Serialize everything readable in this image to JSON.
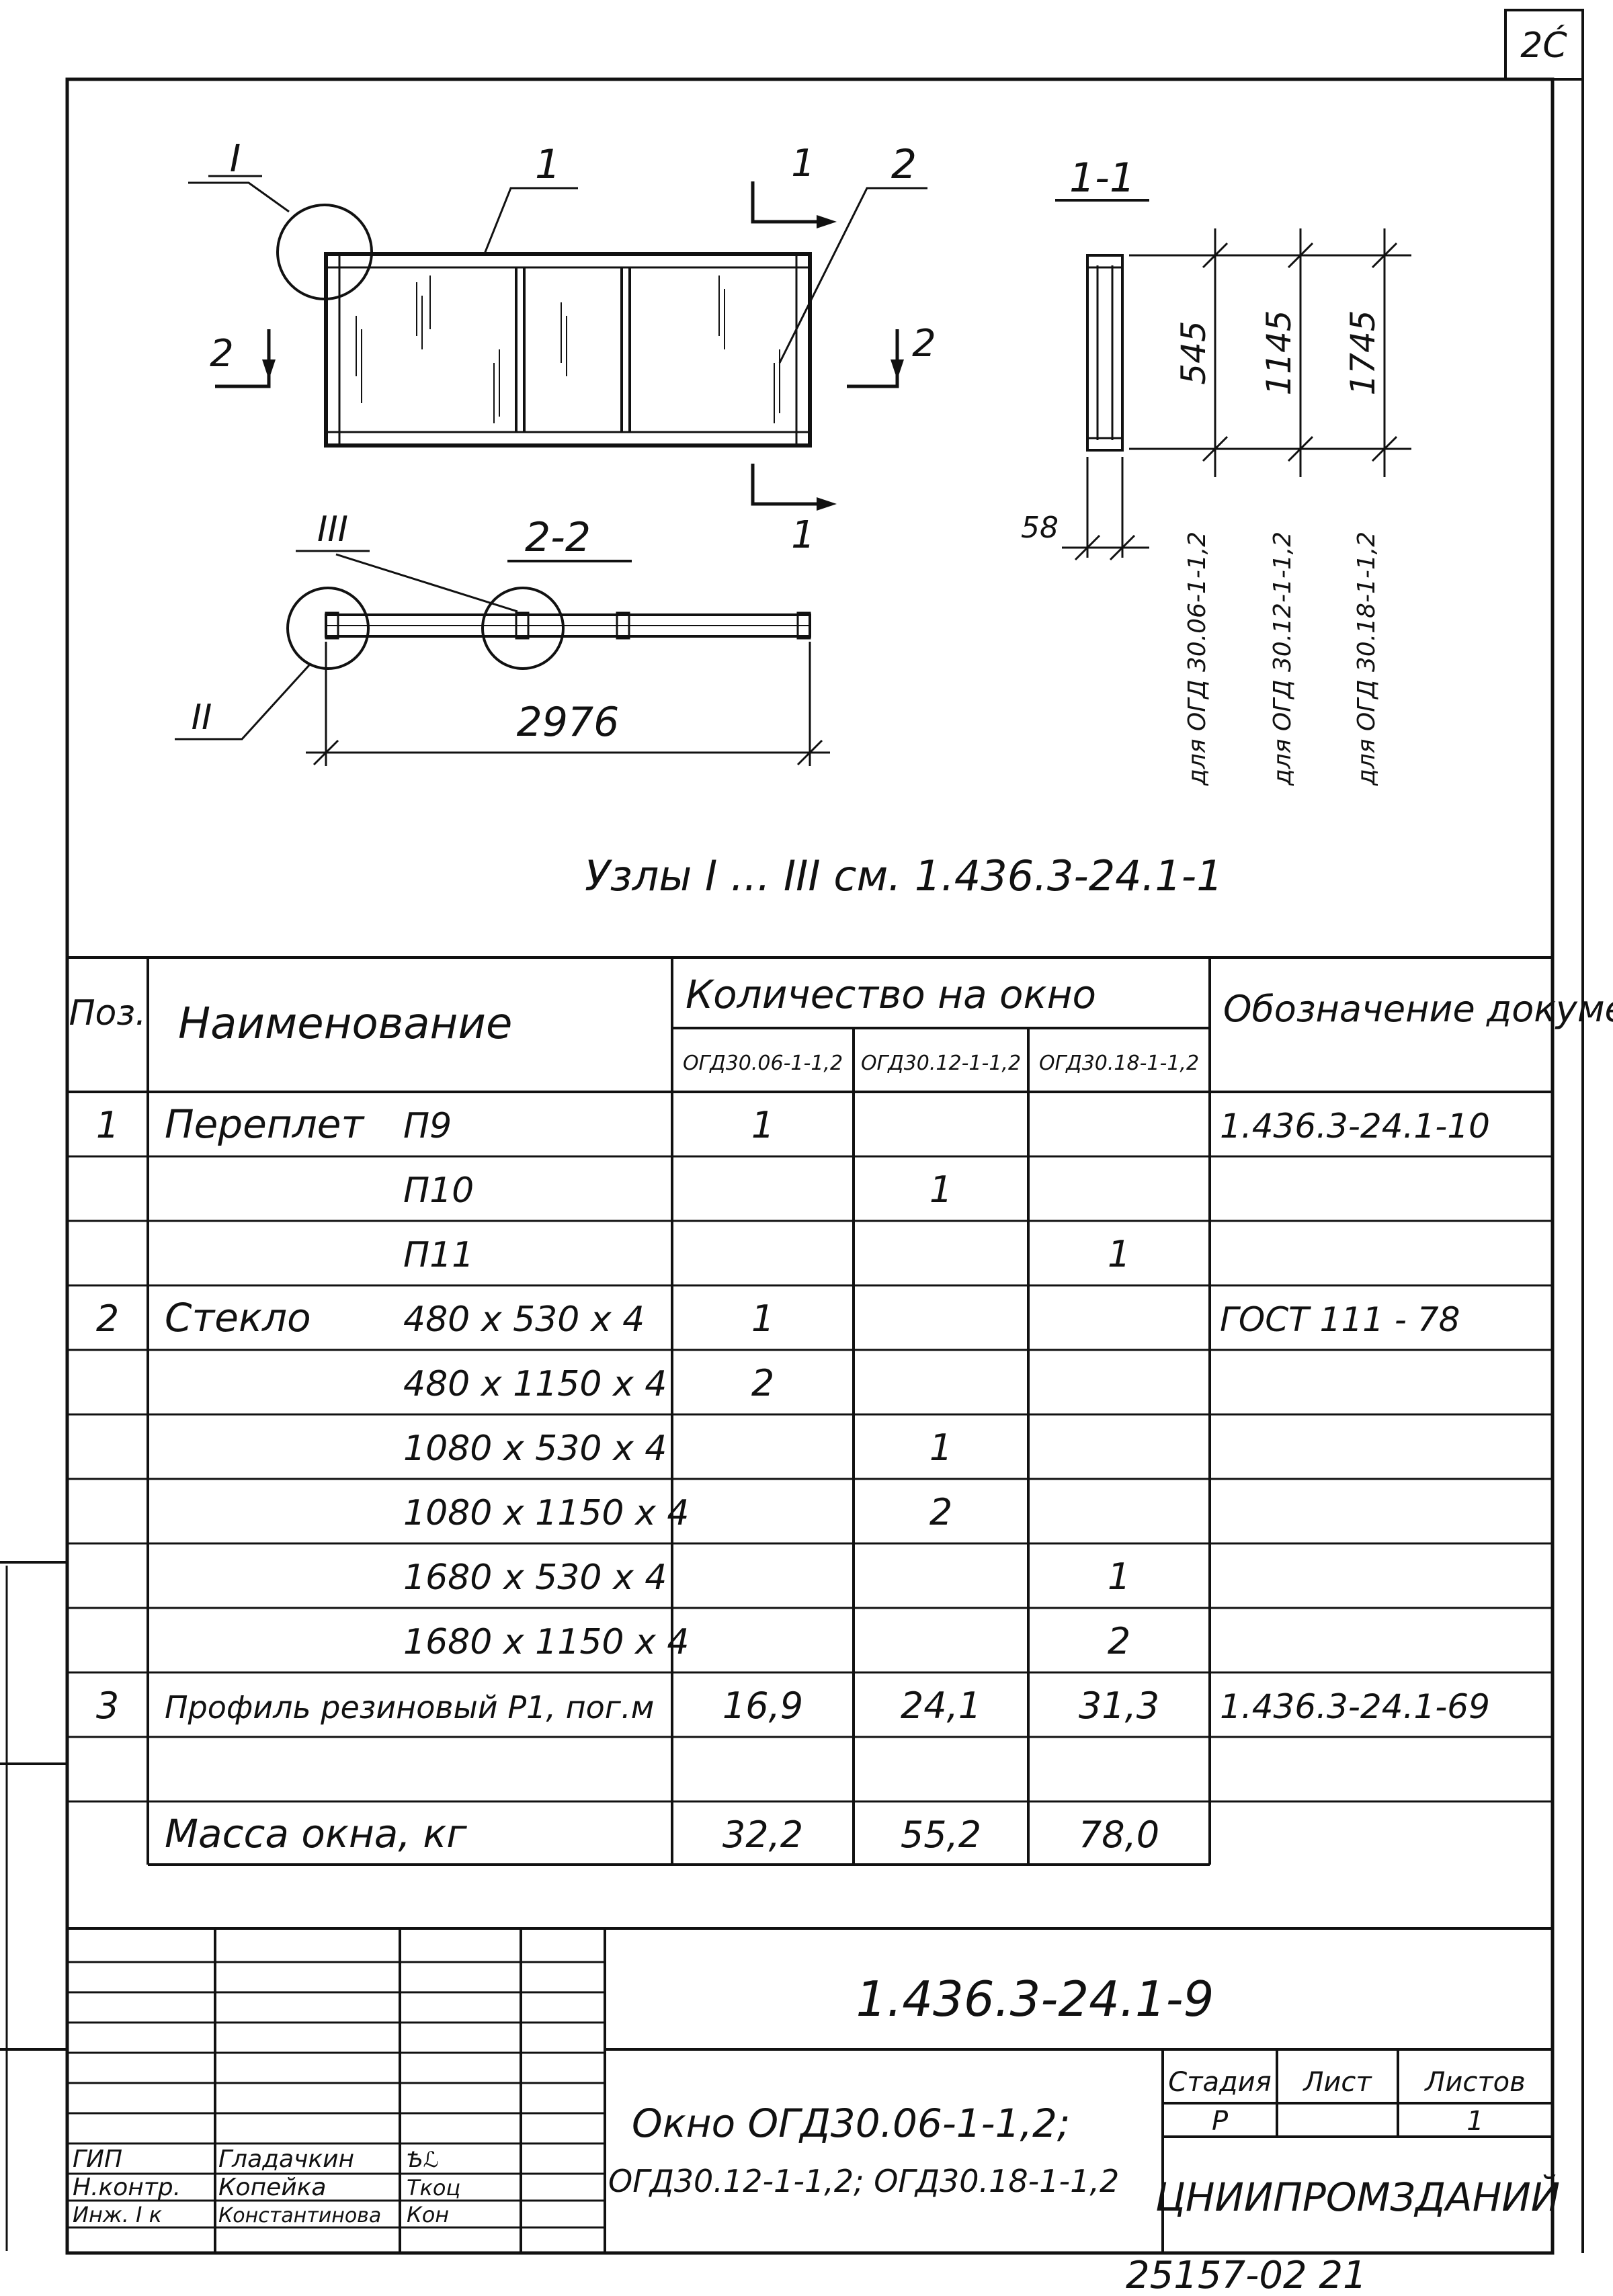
{
  "sheet_corner": "2Ć",
  "drawing": {
    "window_pos_1": "1",
    "window_pos_2": "2",
    "node_I": "I",
    "node_II": "II",
    "node_III": "III",
    "cut_1_left": "1",
    "cut_1_right": "1",
    "cut_2_left": "2",
    "cut_2_right": "2",
    "section_2_2_title": "2-2",
    "section_1_1_title": "1-1",
    "dim_2976": "2976",
    "dim_58": "58",
    "heights": [
      "545",
      "1145",
      "1745"
    ],
    "height_labels": [
      "для ОГД 30.06-1-1,2",
      "для ОГД 30.12-1-1,2",
      "для ОГД 30.18-1-1,2"
    ],
    "nodes_ref": "Узлы I ... III см. 1.436.3-24.1-1"
  },
  "spec": {
    "headers": {
      "pos": "Поз.",
      "name": "Наименование",
      "qty": "Количество на окно",
      "qty_cols": [
        "ОГД30.06-1-1,2",
        "ОГД30.12-1-1,2",
        "ОГД30.18-1-1,2"
      ],
      "doc": "Обозначение документа"
    },
    "rows": [
      {
        "pos": "1",
        "name": "Переплет",
        "sub": "П9",
        "q1": "1",
        "q2": "",
        "q3": "",
        "doc": "1.436.3-24.1-10"
      },
      {
        "pos": "",
        "name": "",
        "sub": "П10",
        "q1": "",
        "q2": "1",
        "q3": "",
        "doc": ""
      },
      {
        "pos": "",
        "name": "",
        "sub": "П11",
        "q1": "",
        "q2": "",
        "q3": "1",
        "doc": ""
      },
      {
        "pos": "2",
        "name": "Стекло",
        "sub": "480 x 530 x 4",
        "q1": "1",
        "q2": "",
        "q3": "",
        "doc": "ГОСТ 111 - 78"
      },
      {
        "pos": "",
        "name": "",
        "sub": "480 x 1150 x 4",
        "q1": "2",
        "q2": "",
        "q3": "",
        "doc": ""
      },
      {
        "pos": "",
        "name": "",
        "sub": "1080 x 530 x 4",
        "q1": "",
        "q2": "1",
        "q3": "",
        "doc": ""
      },
      {
        "pos": "",
        "name": "",
        "sub": "1080 x 1150 x 4",
        "q1": "",
        "q2": "2",
        "q3": "",
        "doc": ""
      },
      {
        "pos": "",
        "name": "",
        "sub": "1680 x 530 x 4",
        "q1": "",
        "q2": "",
        "q3": "1",
        "doc": ""
      },
      {
        "pos": "",
        "name": "",
        "sub": "1680 x 1150 x 4",
        "q1": "",
        "q2": "",
        "q3": "2",
        "doc": ""
      },
      {
        "pos": "3",
        "name": "Профиль резиновый P1, пог.м",
        "sub": "",
        "q1": "16,9",
        "q2": "24,1",
        "q3": "31,3",
        "doc": "1.436.3-24.1-69"
      },
      {
        "pos": "",
        "name": "",
        "sub": "",
        "q1": "",
        "q2": "",
        "q3": "",
        "doc": ""
      },
      {
        "pos": "",
        "name": "Масса окна, кг",
        "sub": "",
        "q1": "32,2",
        "q2": "55,2",
        "q3": "78,0",
        "doc": ""
      }
    ]
  },
  "title_block": {
    "doc_code": "1.436.3-24.1-9",
    "title_line1": "Окно ОГД30.06-1-1,2;",
    "title_line2": "ОГД30.12-1-1,2; ОГД30.18-1-1,2",
    "stage_label": "Стадия",
    "sheet_label": "Лист",
    "sheets_label": "Листов",
    "stage_value": "Р",
    "sheet_value": "",
    "sheets_value": "1",
    "organization": "ЦНИИПРОМЗДАНИЙ",
    "people": [
      {
        "role": "ГИП",
        "name": "Гладачкин",
        "sign": "Ѣℒ"
      },
      {
        "role": "Н.контр.",
        "name": "Копейка",
        "sign": "Ткоц"
      },
      {
        "role": "Инж. I к",
        "name": "Константинова",
        "sign": "Кон"
      }
    ]
  },
  "footer_number": "25157-02   21"
}
